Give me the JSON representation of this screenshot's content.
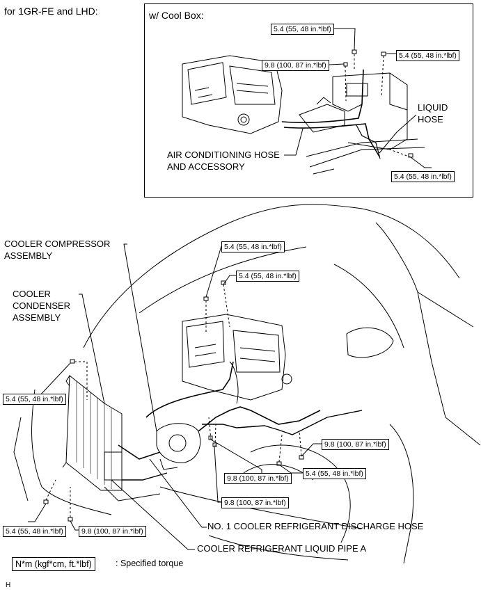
{
  "header": {
    "condition": "for 1GR-FE and LHD:"
  },
  "inset": {
    "title": "w/ Cool Box:",
    "labels": {
      "liquid_hose": "LIQUID\nHOSE",
      "ac_hose": "AIR CONDITIONING HOSE\nAND ACCESSORY"
    },
    "torques": [
      "5.4 (55, 48 in.*lbf)",
      "9.8 (100, 87 in.*lbf)",
      "5.4 (55, 48 in.*lbf)",
      "5.4 (55, 48 in.*lbf)"
    ]
  },
  "main": {
    "labels": {
      "compressor": "COOLER COMPRESSOR\nASSEMBLY",
      "condenser": "COOLER\nCONDENSER\nASSEMBLY",
      "discharge_hose": "NO. 1 COOLER REFRIGERANT DISCHARGE HOSE",
      "liquid_pipe": "COOLER REFRIGERANT LIQUID PIPE A"
    },
    "torques": [
      "5.4 (55, 48 in.*lbf)",
      "5.4 (55, 48 in.*lbf)",
      "5.4 (55, 48 in.*lbf)",
      "9.8 (100, 87 in.*lbf)",
      "9.8 (100, 87 in.*lbf)",
      "5.4 (55, 48 in.*lbf)",
      "9.8 (100, 87 in.*lbf)",
      "5.4 (55, 48 in.*lbf)",
      "9.8 (100, 87 in.*lbf)"
    ]
  },
  "legend": {
    "unit": "N*m (kgf*cm, ft.*lbf)",
    "text": ": Specified torque"
  },
  "footer_code": "H"
}
